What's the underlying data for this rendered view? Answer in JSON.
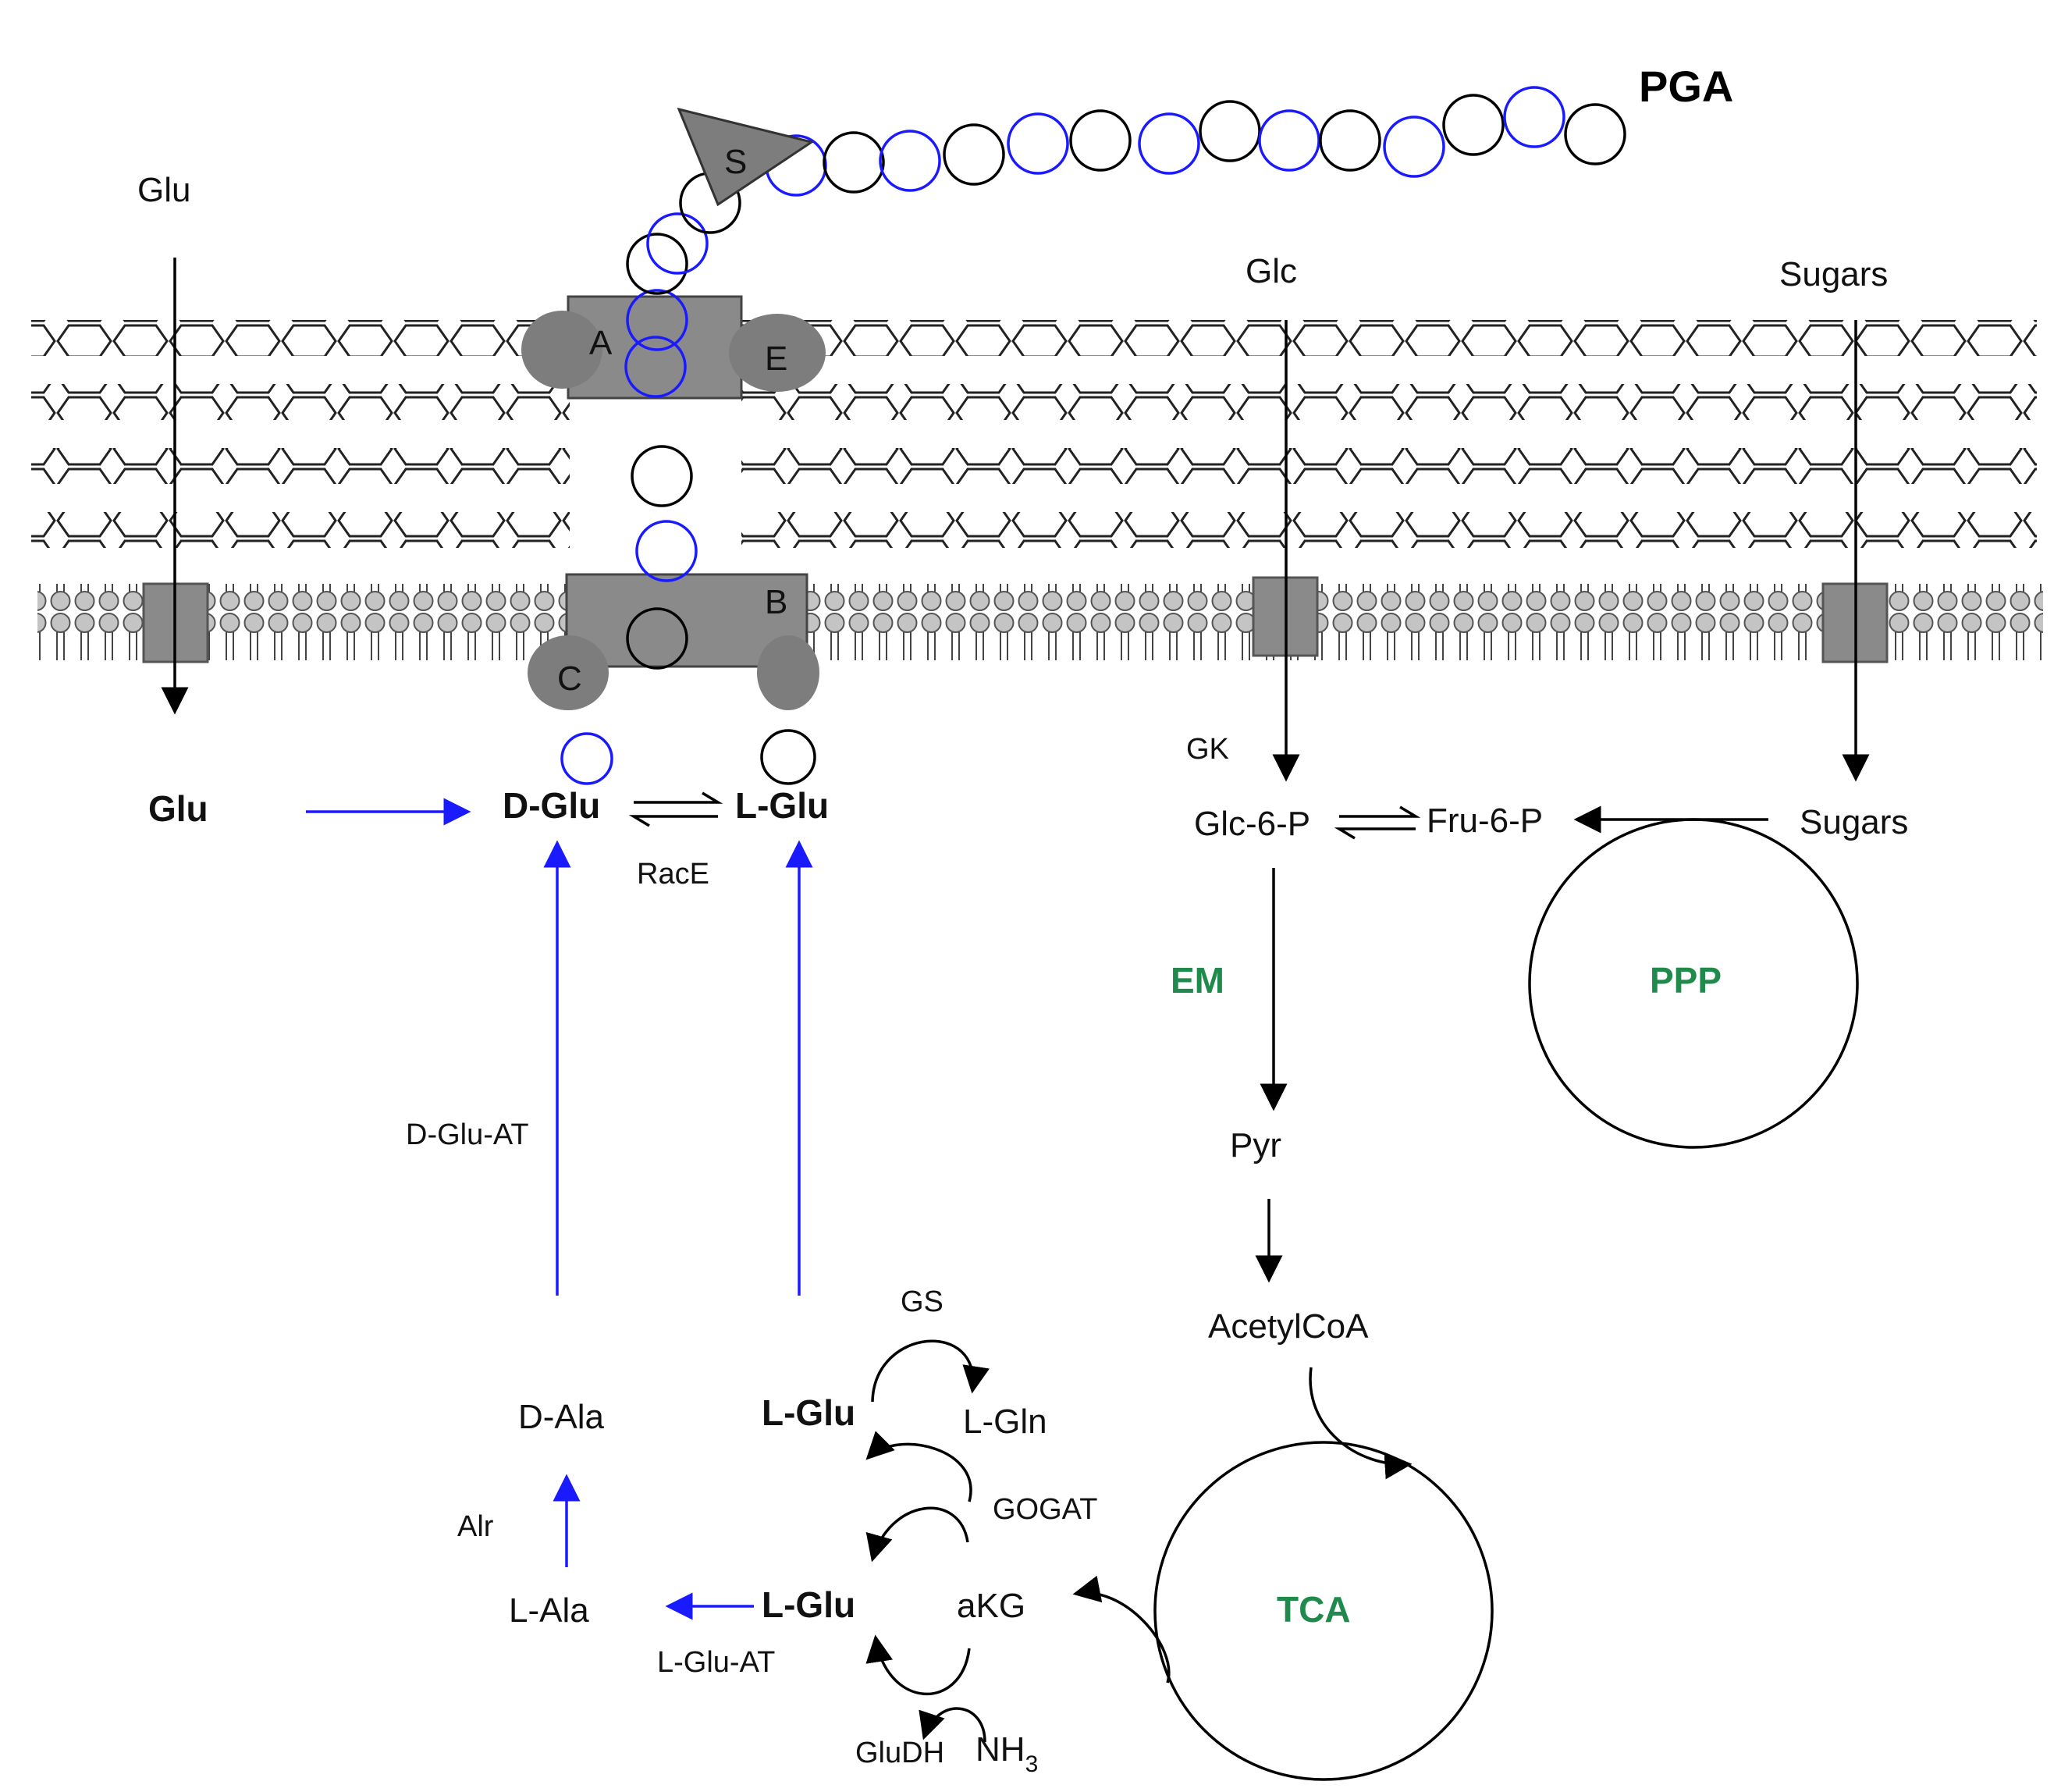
{
  "title": "PGA",
  "sugars_in": {
    "glu": "Glu",
    "glc": "Glc",
    "sugars": "Sugars"
  },
  "complex": {
    "s": "S",
    "a": "A",
    "e": "E",
    "b": "B",
    "c": "C"
  },
  "intracellular": {
    "glu": "Glu",
    "d_glu": "D-Glu",
    "l_glu": "L-Glu",
    "race": "RacE",
    "d_glu_at": "D-Glu-AT",
    "d_ala": "D-Ala",
    "alr": "Alr",
    "l_ala": "L-Ala",
    "l_glu_at": "L-Glu-AT",
    "gs": "GS",
    "l_glu_top": "L-Glu",
    "l_gln": "L-Gln",
    "gogat": "GOGAT",
    "l_glu_bottom": "L-Glu",
    "akg": "aKG",
    "gludh": "GluDH",
    "nh3": "NH",
    "nh3_sub": "3"
  },
  "glycolysis": {
    "gk": "GK",
    "glc6p": "Glc-6-P",
    "fru6p": "Fru-6-P",
    "sugars": "Sugars",
    "em": "EM",
    "ppp": "PPP",
    "pyr": "Pyr",
    "acetylcoa": "AcetylCoA",
    "tca": "TCA"
  },
  "colors": {
    "pathway_blue": "#1a1aff",
    "cycle_green": "#1f8a4c",
    "protein_gray": "#8a8a8a"
  }
}
